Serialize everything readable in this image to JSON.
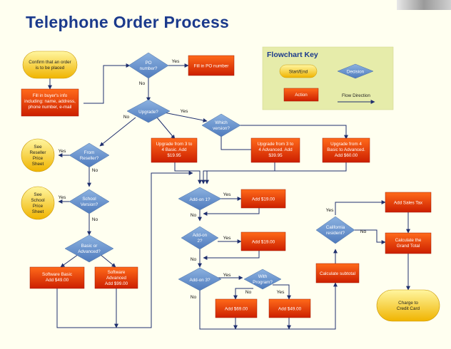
{
  "title": "Telephone Order Process",
  "key": {
    "title": "Flowchart Key",
    "start_end": "Start/End",
    "decision": "Decision",
    "action": "Action",
    "flow": "Flow Direction"
  },
  "nodes": {
    "confirm": [
      "Confirm that an order",
      "is to be placed"
    ],
    "buyer_info": [
      "Fill in buyer's info",
      "including: name, address,",
      "phone number, e-mail"
    ],
    "po_number": [
      "PO",
      "number?"
    ],
    "fill_po": [
      "Fill in PO number"
    ],
    "upgrade": [
      "Upgrade?"
    ],
    "which_version": [
      "Which",
      "version?"
    ],
    "upg_3to4_basic": [
      "Upgrade from 3 to",
      "4 Basic. Add",
      "$19.95"
    ],
    "upg_3to4_adv": [
      "Upgrade from 3 to",
      "4 Advanced. Add",
      "$39.95"
    ],
    "upg_4basic_adv": [
      "Upgrade from 4",
      "Basic to Advanced.",
      "Add $60.00"
    ],
    "from_reseller": [
      "From",
      "Reseller?"
    ],
    "reseller_sheet": [
      "See",
      "Reseller",
      "Price",
      "Sheet"
    ],
    "school_version": [
      "School",
      "Version?"
    ],
    "school_sheet": [
      "See",
      "School",
      "Price",
      "Sheet"
    ],
    "basic_or_adv": [
      "Basic or",
      "Advanced?"
    ],
    "sw_basic": [
      "Software Basic",
      "Add $49.00"
    ],
    "sw_adv": [
      "Software",
      "Advanced",
      "Add $99.00"
    ],
    "addon1": [
      "Add-on 1?"
    ],
    "add19_1": [
      "Add $19.00"
    ],
    "addon2": [
      "Add-on",
      "2?"
    ],
    "add19_2": [
      "Add $19.00"
    ],
    "addon3": [
      "Add-on 3?"
    ],
    "with_program": [
      "With",
      "Program?"
    ],
    "add69": [
      "Add $69.00"
    ],
    "add49": [
      "Add $49.00"
    ],
    "calc_subtotal": [
      "Calculate subtotal"
    ],
    "california": [
      "California",
      "resident?"
    ],
    "sales_tax": [
      "Add Sales Tax"
    ],
    "grand_total": [
      "Calculate the",
      "Grand Total"
    ],
    "charge": [
      "Charge to",
      "Credit Card"
    ]
  },
  "labels": {
    "yes": "Yes",
    "no": "No"
  }
}
